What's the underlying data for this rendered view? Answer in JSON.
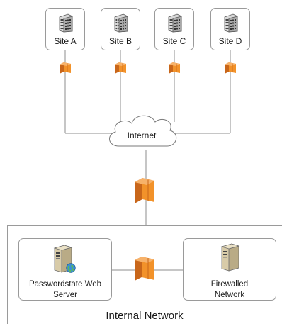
{
  "sites": [
    {
      "label": "Site A"
    },
    {
      "label": "Site B"
    },
    {
      "label": "Site C"
    },
    {
      "label": "Site D"
    }
  ],
  "cloud": {
    "label": "Internet"
  },
  "internal": {
    "label": "Internal Network",
    "web_server": {
      "label_line1": "Passwordstate Web",
      "label_line2": "Server"
    },
    "firewalled": {
      "label_line1": "Firewalled",
      "label_line2": "Network"
    }
  },
  "colors": {
    "firewall": "#f2922a",
    "firewall_dark": "#c8661a",
    "line": "#8c8c8c",
    "border": "#9a9a9a",
    "globe": "#3a8fd6",
    "globe_green": "#5cb85c"
  },
  "icons": {
    "site": "building-icon",
    "firewall": "firewall-icon",
    "cloud": "cloud-icon",
    "server": "server-icon",
    "globe": "globe-icon"
  }
}
